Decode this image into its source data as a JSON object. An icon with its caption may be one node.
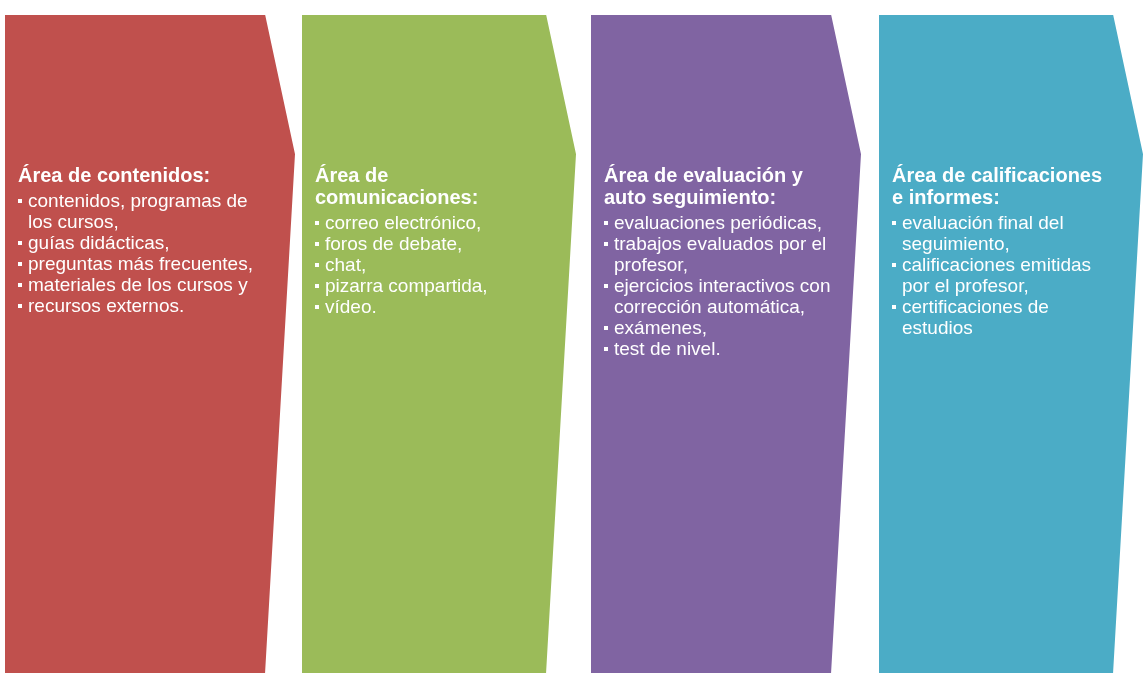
{
  "diagram": {
    "nodes": [
      {
        "text": [
          "Área de contenidos:",
          "contenidos, programas de los cursos,",
          "guías didácticas,",
          "preguntas más frecuentes,",
          "materiales de los cursos y",
          "recursos externos."
        ]
      },
      {
        "text": [
          "Área de comunicaciones:",
          "correo electrónico,",
          "foros de debate,",
          "chat,",
          "pizarra compartida,",
          "vídeo."
        ]
      },
      {
        "text": [
          "Área de evaluación y auto seguimiento:",
          "evaluaciones periódicas,",
          "trabajos evaluados por el profesor,",
          "ejercicios interactivos con corrección automática,",
          "exámenes,",
          "test de nivel."
        ]
      },
      {
        "text": [
          "Área de calificaciones e informes:",
          "evaluación final del seguimiento,",
          "calificaciones emitidas por el profesor,",
          "certificaciones de estudios"
        ]
      }
    ]
  }
}
